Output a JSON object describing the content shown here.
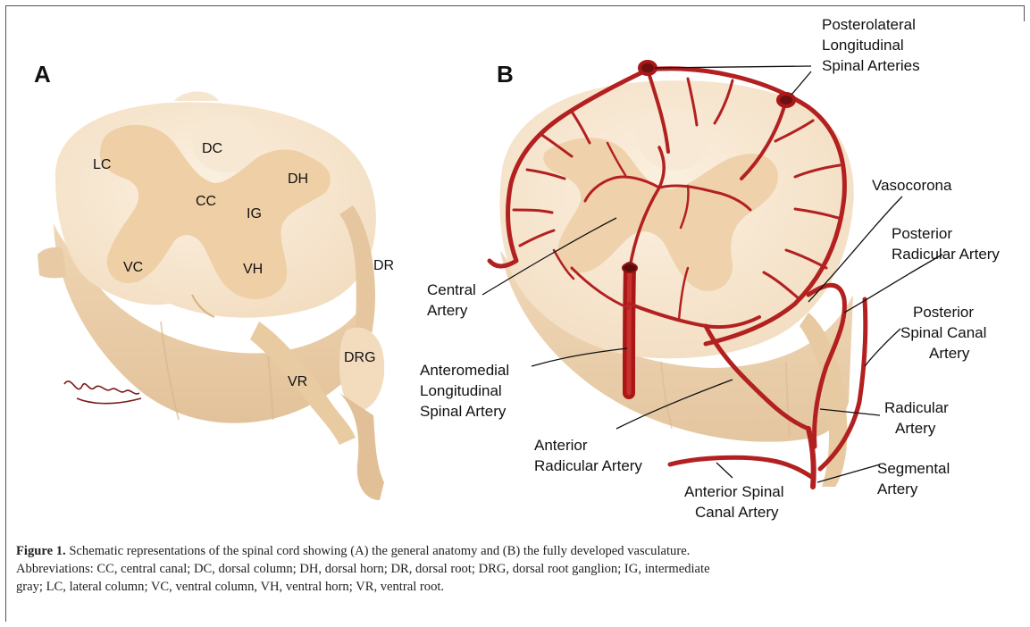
{
  "panels": {
    "a": {
      "letter": "A",
      "labels": {
        "lc": "LC",
        "dc": "DC",
        "dh": "DH",
        "cc": "CC",
        "ig": "IG",
        "vc": "VC",
        "vh": "VH",
        "dr": "DR",
        "drg": "DRG",
        "vr": "VR"
      }
    },
    "b": {
      "letter": "B",
      "labels": {
        "posterolateral_1": "Posterolateral",
        "posterolateral_2": "Longitudinal",
        "posterolateral_3": "Spinal Arteries",
        "vasocorona": "Vasocorona",
        "posterior_radicular_1": "Posterior",
        "posterior_radicular_2": "Radicular Artery",
        "central_1": "Central",
        "central_2": "Artery",
        "posterior_spinal_canal_1": "Posterior",
        "posterior_spinal_canal_2": "Spinal Canal",
        "posterior_spinal_canal_3": "Artery",
        "anteromedial_1": "Anteromedial",
        "anteromedial_2": "Longitudinal",
        "anteromedial_3": "Spinal Artery",
        "radicular_1": "Radicular",
        "radicular_2": "Artery",
        "anterior_radicular_1": "Anterior",
        "anterior_radicular_2": "Radicular Artery",
        "segmental_1": "Segmental",
        "segmental_2": "Artery",
        "anterior_spinal_canal_1": "Anterior Spinal",
        "anterior_spinal_canal_2": "Canal Artery"
      }
    }
  },
  "caption": {
    "title": "Figure 1.",
    "line1": " Schematic representations of the spinal cord showing (A) the general anatomy and (B) the fully developed vasculature.",
    "line2": "Abbreviations: CC, central canal; DC, dorsal column; DH, dorsal horn; DR, dorsal root; DRG, dorsal root ganglion; IG, intermediate",
    "line3": "gray; LC, lateral column; VC, ventral column, VH, ventral horn; VR, ventral root."
  },
  "colors": {
    "white_matter": "#f6e4cc",
    "white_matter_side": "#ead0ac",
    "gray_matter": "#ecc9a0",
    "artery": "#b52020",
    "artery_dark": "#7e1212",
    "leader_line": "#111111"
  }
}
